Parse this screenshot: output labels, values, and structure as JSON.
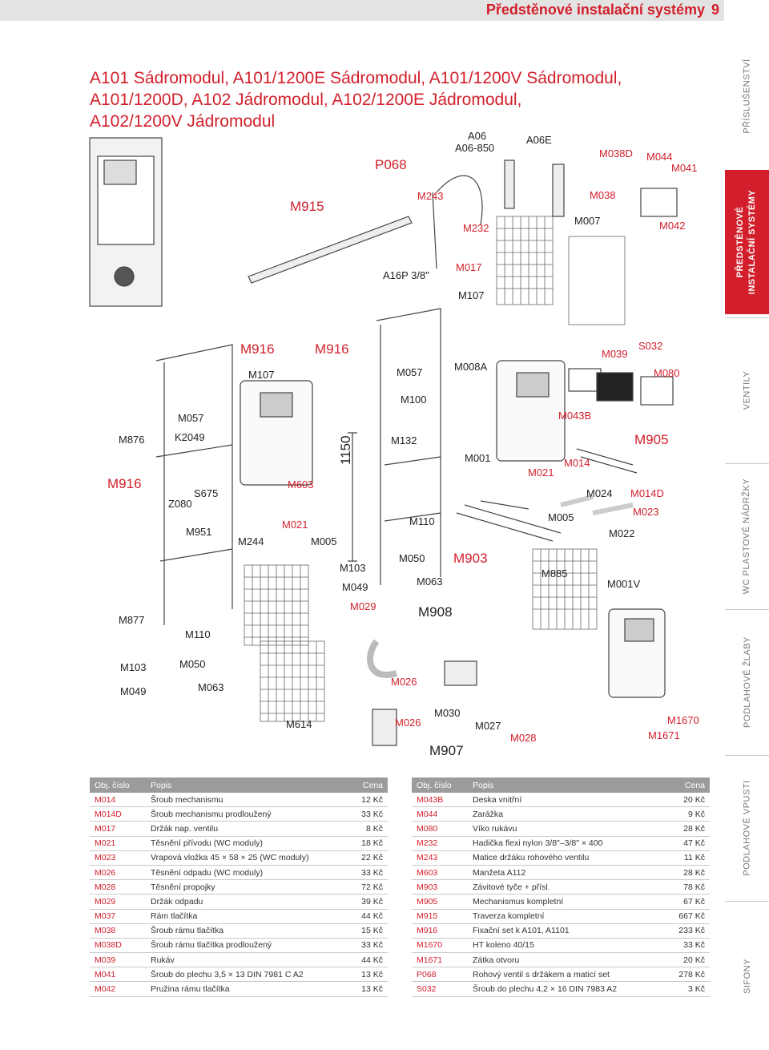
{
  "header": {
    "title": "Předstěnové instalační systémy",
    "page": "9"
  },
  "title_lines": [
    "A101 Sádromodul, A101/1200E Sádromodul, A101/1200V Sádromodul,",
    "A101/1200D, A102 Jádromodul, A102/1200E Jádromodul,",
    "A102/1200V Jádromodul"
  ],
  "sidebar": [
    {
      "label": "PŘÍSLUŠENSTVÍ",
      "active": false
    },
    {
      "label": "PŘEDSTĚNOVÉ\nINSTALAČNÍ SYSTÉMY",
      "active": true
    },
    {
      "label": "VENTILY",
      "active": false
    },
    {
      "label": "WC PLASTOVÉ NÁDRŽKY",
      "active": false
    },
    {
      "label": "PODLAHOVÉ ŽLABY",
      "active": false
    },
    {
      "label": "PODLAHOVÉ VPUSTI",
      "active": false
    },
    {
      "label": "SIFONY",
      "active": false
    }
  ],
  "diagram_labels": [
    "M915",
    "P068",
    "A06",
    "A06-850",
    "A06E",
    "M038D",
    "M044",
    "M041",
    "M243",
    "M232",
    "M038",
    "M007",
    "M042",
    "A16P 3/8\"",
    "M017",
    "M107",
    "M916",
    "M916",
    "M107",
    "M057",
    "M008A",
    "M039",
    "S032",
    "M080",
    "M100",
    "M043B",
    "M057",
    "1150",
    "M876",
    "K2049",
    "M132",
    "M905",
    "M001",
    "M014",
    "M021",
    "M916",
    "S675",
    "M603",
    "M024",
    "M014D",
    "Z080",
    "M005",
    "M023",
    "M951",
    "M021",
    "M110",
    "M022",
    "M244",
    "M005",
    "M050",
    "M903",
    "M103",
    "M885",
    "M001V",
    "M049",
    "M063",
    "M029",
    "M908",
    "M877",
    "M110",
    "M103",
    "M050",
    "M026",
    "M049",
    "M063",
    "M030",
    "M614",
    "M026",
    "M027",
    "M1670",
    "M028",
    "M1671",
    "M907"
  ],
  "table_headers": {
    "code": "Obj. číslo",
    "desc": "Popis",
    "price": "Cena"
  },
  "left_table": [
    {
      "code": "M014",
      "desc": "Šroub mechanismu",
      "price": "12 Kč"
    },
    {
      "code": "M014D",
      "desc": "Šroub mechanismu prodloužený",
      "price": "33 Kč"
    },
    {
      "code": "M017",
      "desc": "Držák nap. ventilu",
      "price": "8 Kč"
    },
    {
      "code": "M021",
      "desc": "Těsnění přívodu (WC moduly)",
      "price": "18 Kč"
    },
    {
      "code": "M023",
      "desc": "Vrapová vložka 45 × 58 × 25 (WC moduly)",
      "price": "22 Kč"
    },
    {
      "code": "M026",
      "desc": "Těsnění odpadu (WC moduly)",
      "price": "33 Kč"
    },
    {
      "code": "M028",
      "desc": "Těsnění propojky",
      "price": "72 Kč"
    },
    {
      "code": "M029",
      "desc": "Držák odpadu",
      "price": "39 Kč"
    },
    {
      "code": "M037",
      "desc": "Rám tlačítka",
      "price": "44 Kč"
    },
    {
      "code": "M038",
      "desc": "Šroub rámu tlačítka",
      "price": "15 Kč"
    },
    {
      "code": "M038D",
      "desc": "Šroub rámu tlačítka prodloužený",
      "price": "33 Kč"
    },
    {
      "code": "M039",
      "desc": "Rukáv",
      "price": "44 Kč"
    },
    {
      "code": "M041",
      "desc": "Šroub do plechu 3,5 × 13 DIN 7981 C A2",
      "price": "13 Kč"
    },
    {
      "code": "M042",
      "desc": "Pružina rámu tlačítka",
      "price": "13 Kč"
    }
  ],
  "right_table": [
    {
      "code": "M043B",
      "desc": "Deska vnitřní",
      "price": "20 Kč"
    },
    {
      "code": "M044",
      "desc": "Zarážka",
      "price": "9 Kč"
    },
    {
      "code": "M080",
      "desc": "Víko rukávu",
      "price": "28 Kč"
    },
    {
      "code": "M232",
      "desc": "Hadička flexi nylon 3/8\"–3/8\" × 400",
      "price": "47 Kč"
    },
    {
      "code": "M243",
      "desc": "Matice držáku rohového ventilu",
      "price": "11 Kč"
    },
    {
      "code": "M603",
      "desc": "Manžeta A112",
      "price": "28 Kč"
    },
    {
      "code": "M903",
      "desc": "Závitové tyče + přísl.",
      "price": "78 Kč"
    },
    {
      "code": "M905",
      "desc": "Mechanismus kompletní",
      "price": "67 Kč"
    },
    {
      "code": "M915",
      "desc": "Traverza kompletní",
      "price": "667 Kč"
    },
    {
      "code": "M916",
      "desc": "Fixační set k A101, A1101",
      "price": "233 Kč"
    },
    {
      "code": "M1670",
      "desc": "HT koleno 40/15",
      "price": "33 Kč"
    },
    {
      "code": "M1671",
      "desc": "Zátka otvoru",
      "price": "20 Kč"
    },
    {
      "code": "P068",
      "desc": "Rohový ventil s držákem a maticí set",
      "price": "278 Kč"
    },
    {
      "code": "S032",
      "desc": "Šroub do plechu 4,2 × 16 DIN 7983 A2",
      "price": "3 Kč"
    }
  ],
  "colors": {
    "accent": "#d21f2b",
    "table_header": "#9b9b9b",
    "header_bar": "#e3e3e3"
  }
}
